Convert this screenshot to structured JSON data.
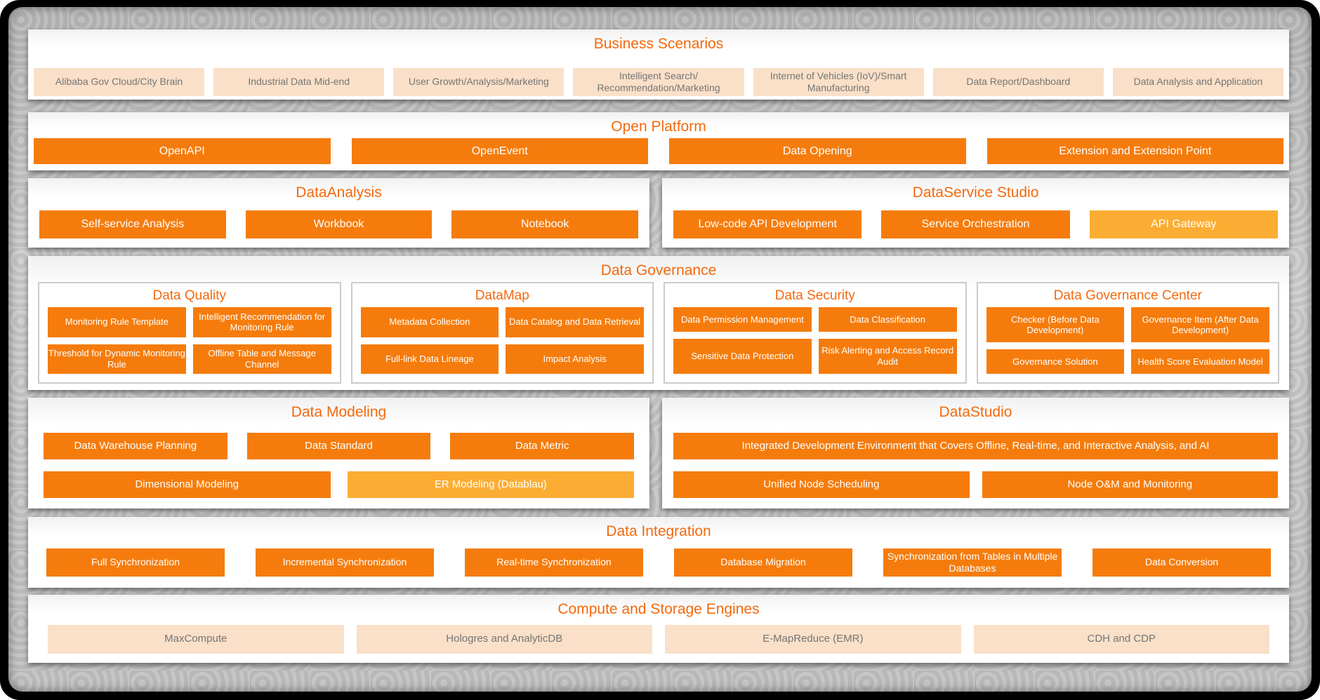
{
  "colors": {
    "button_orange": "#F57C0C",
    "button_amber": "#FBAD33",
    "box_peach": "#FAE0C8",
    "title_orange": "#F2690E",
    "peach_text": "#757575"
  },
  "business_scenarios": {
    "title": "Business Scenarios",
    "items": [
      "Alibaba Gov Cloud/City Brain",
      "Industrial Data Mid-end",
      "User Growth/Analysis/Marketing",
      "Intelligent Search/ Recommendation/Marketing",
      "Internet of Vehicles (IoV)/Smart Manufacturing",
      "Data Report/Dashboard",
      "Data Analysis and Application"
    ]
  },
  "open_platform": {
    "title": "Open Platform",
    "items": [
      "OpenAPI",
      "OpenEvent",
      "Data Opening",
      "Extension and Extension Point"
    ]
  },
  "data_analysis": {
    "title": "DataAnalysis",
    "items": [
      "Self-service Analysis",
      "Workbook",
      "Notebook"
    ]
  },
  "dataservice_studio": {
    "title": "DataService Studio",
    "items": [
      "Low-code API Development",
      "Service Orchestration",
      "API Gateway"
    ]
  },
  "data_governance": {
    "title": "Data Governance",
    "sections": [
      {
        "title": "Data Quality",
        "items": [
          "Monitoring Rule Template",
          "Intelligent Recommendation for Monitoring Rule",
          "Threshold for Dynamic Monitoring Rule",
          "Offline Table and Message Channel"
        ]
      },
      {
        "title": "DataMap",
        "items": [
          "Metadata Collection",
          "Data Catalog and Data Retrieval",
          "Full-link Data Lineage",
          "Impact Analysis"
        ]
      },
      {
        "title": "Data Security",
        "items": [
          "Data Permission Management",
          "Data Classification",
          "Sensitive Data Protection",
          "Risk Alerting and Access Record Audit"
        ]
      },
      {
        "title": "Data Governance Center",
        "items": [
          "Checker (Before Data Development)",
          "Governance Item (After Data Development)",
          "Governance Solution",
          "Health Score Evaluation Model"
        ]
      }
    ]
  },
  "data_modeling": {
    "title": "Data Modeling",
    "row1": [
      "Data Warehouse Planning",
      "Data Standard",
      "Data Metric"
    ],
    "row2": [
      "Dimensional Modeling",
      "ER Modeling (Datablau)"
    ]
  },
  "data_studio": {
    "title": "DataStudio",
    "wide_item": "Integrated Development Environment that Covers Offline, Real-time, and Interactive Analysis, and AI",
    "row2": [
      "Unified Node Scheduling",
      "Node O&M and Monitoring"
    ]
  },
  "data_integration": {
    "title": "Data Integration",
    "items": [
      "Full Synchronization",
      "Incremental Synchronization",
      "Real-time Synchronization",
      "Database Migration",
      "Synchronization from Tables in Multiple Databases",
      "Data Conversion"
    ]
  },
  "compute_storage": {
    "title": "Compute and Storage Engines",
    "items": [
      "MaxCompute",
      "Hologres and AnalyticDB",
      "E-MapReduce (EMR)",
      "CDH and CDP"
    ]
  }
}
